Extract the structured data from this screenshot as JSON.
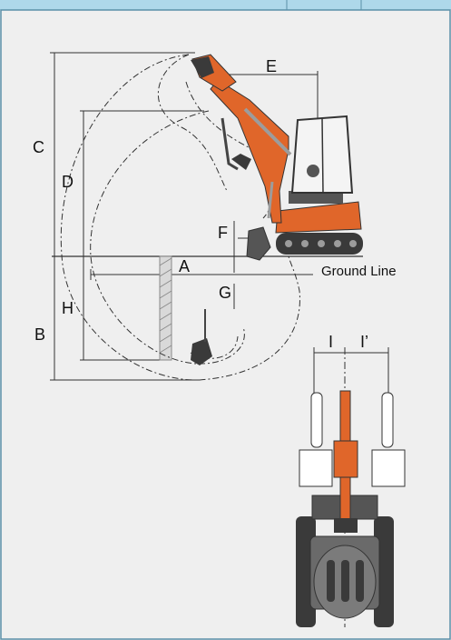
{
  "colors": {
    "header_band": "#aed8ea",
    "frame_border": "#5a8fa8",
    "background": "#efefef",
    "machine_orange": "#e0662a",
    "machine_dark": "#3a3a3a",
    "machine_gray": "#9c9c9c",
    "line": "#333333"
  },
  "side_view": {
    "labels": {
      "A": "A",
      "B": "B",
      "C": "C",
      "D": "D",
      "E": "E",
      "F": "F",
      "G": "G",
      "H": "H"
    },
    "ground_line": "Ground Line"
  },
  "front_view": {
    "labels": {
      "I": "I",
      "I_prime": "I’"
    }
  }
}
